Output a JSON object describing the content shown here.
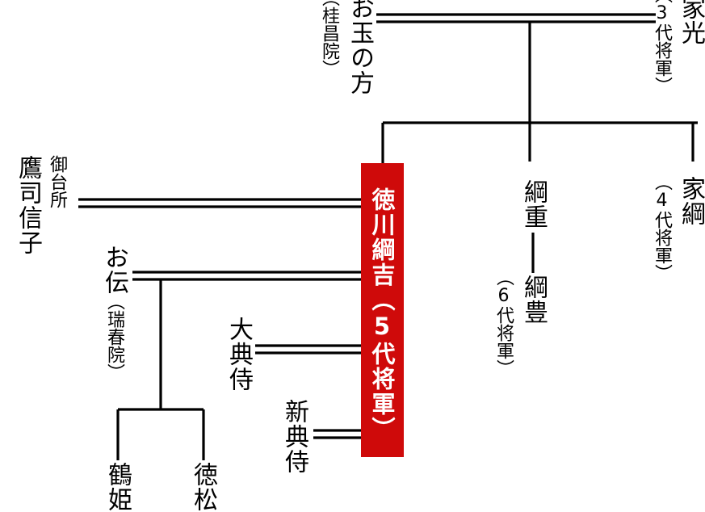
{
  "colors": {
    "line": "#000000",
    "subject_box": "#cf0a0a",
    "subject_text": "#ffffff",
    "background": "#ffffff"
  },
  "people": {
    "otama": {
      "name": "お玉の方",
      "note": "（桂昌院）"
    },
    "iemitsu": {
      "name": "家光",
      "note": "（3代将軍）"
    },
    "takatsukasa": {
      "name": "鷹司信子",
      "title": "御台所"
    },
    "tsunayoshi": {
      "name": "徳川綱吉（5代将軍）"
    },
    "tsunashige": {
      "name": "綱重"
    },
    "tsunatoyo": {
      "name": "綱豊",
      "note": "（6代将軍）"
    },
    "ietsuna": {
      "name": "家綱",
      "note": "（4代将軍）"
    },
    "oden": {
      "name": "お伝",
      "note": "（瑞春院）"
    },
    "daitenji": {
      "name": "大典侍"
    },
    "shintenji": {
      "name": "新典侍"
    },
    "tsuruhime": {
      "name": "鶴姫"
    },
    "tokumatsu": {
      "name": "徳松"
    }
  }
}
